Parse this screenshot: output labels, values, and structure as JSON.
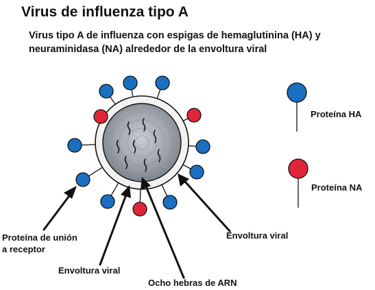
{
  "title": "Virus de influenza tipo A",
  "subtitle_line1": "Virus tipo A de influenza con espigas de hemaglutinina (HA) y",
  "subtitle_line2": "neuraminidasa (NA) alrededor de la envoltura viral",
  "legend": {
    "ha_label": "Proteína HA",
    "na_label": "Proteína NA",
    "ha_color": "#1a6fc0",
    "na_color": "#e0253b"
  },
  "labels": {
    "receptor_line1": "Proteína de unión",
    "receptor_line2": "a receptor",
    "envelope_left": "Envoltura viral",
    "rna": "Ocho hebras de ARN",
    "envelope_right": "Envoltura viral"
  },
  "colors": {
    "core_fill": "#9aa0a8",
    "envelope_fill": "#f2f2f2",
    "outline": "#111111"
  }
}
